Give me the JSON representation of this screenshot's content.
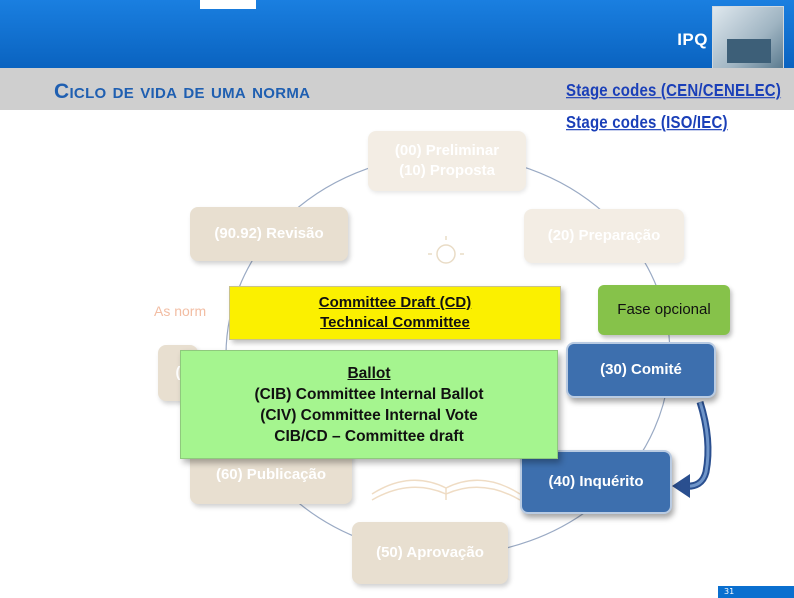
{
  "header": {
    "logo": "IPQ"
  },
  "title": "Ciclo de vida de uma norma",
  "links": {
    "cen": "Stage codes (CEN/CENELEC)",
    "iso": "Stage codes (ISO/IEC)"
  },
  "cycle": {
    "preliminar": "(00) Preliminar",
    "proposta": "(10) Proposta",
    "preparacao": "(20) Preparação",
    "comite": "(30) Comité",
    "inquerito": "(40) Inquérito",
    "aprovacao": "(50) Aprovação",
    "publicacao": "(60) Publicação",
    "revisao": "(90.92) Revisão",
    "left_partial": "("
  },
  "fase_opcional": "Fase opcional",
  "as_normas": "As norm",
  "yellow_box": {
    "line1": "Committee Draft (CD)",
    "line2": "Technical Committee"
  },
  "green_box": {
    "line1": "Ballot",
    "line2": "(CIB) Committee Internal Ballot",
    "line3": "(CIV) Committee Internal Vote",
    "line4": "CIB/CD – Committee draft"
  },
  "page_number": "31",
  "colors": {
    "header_blue": "#0a6fcf",
    "active_node": "#3d6fae",
    "faded_node": "#e8dfd0",
    "optional_phase": "#86c24a",
    "yellow_box": "#fbf000",
    "green_box": "#a5f58f",
    "title_blue": "#1f5fb1"
  }
}
